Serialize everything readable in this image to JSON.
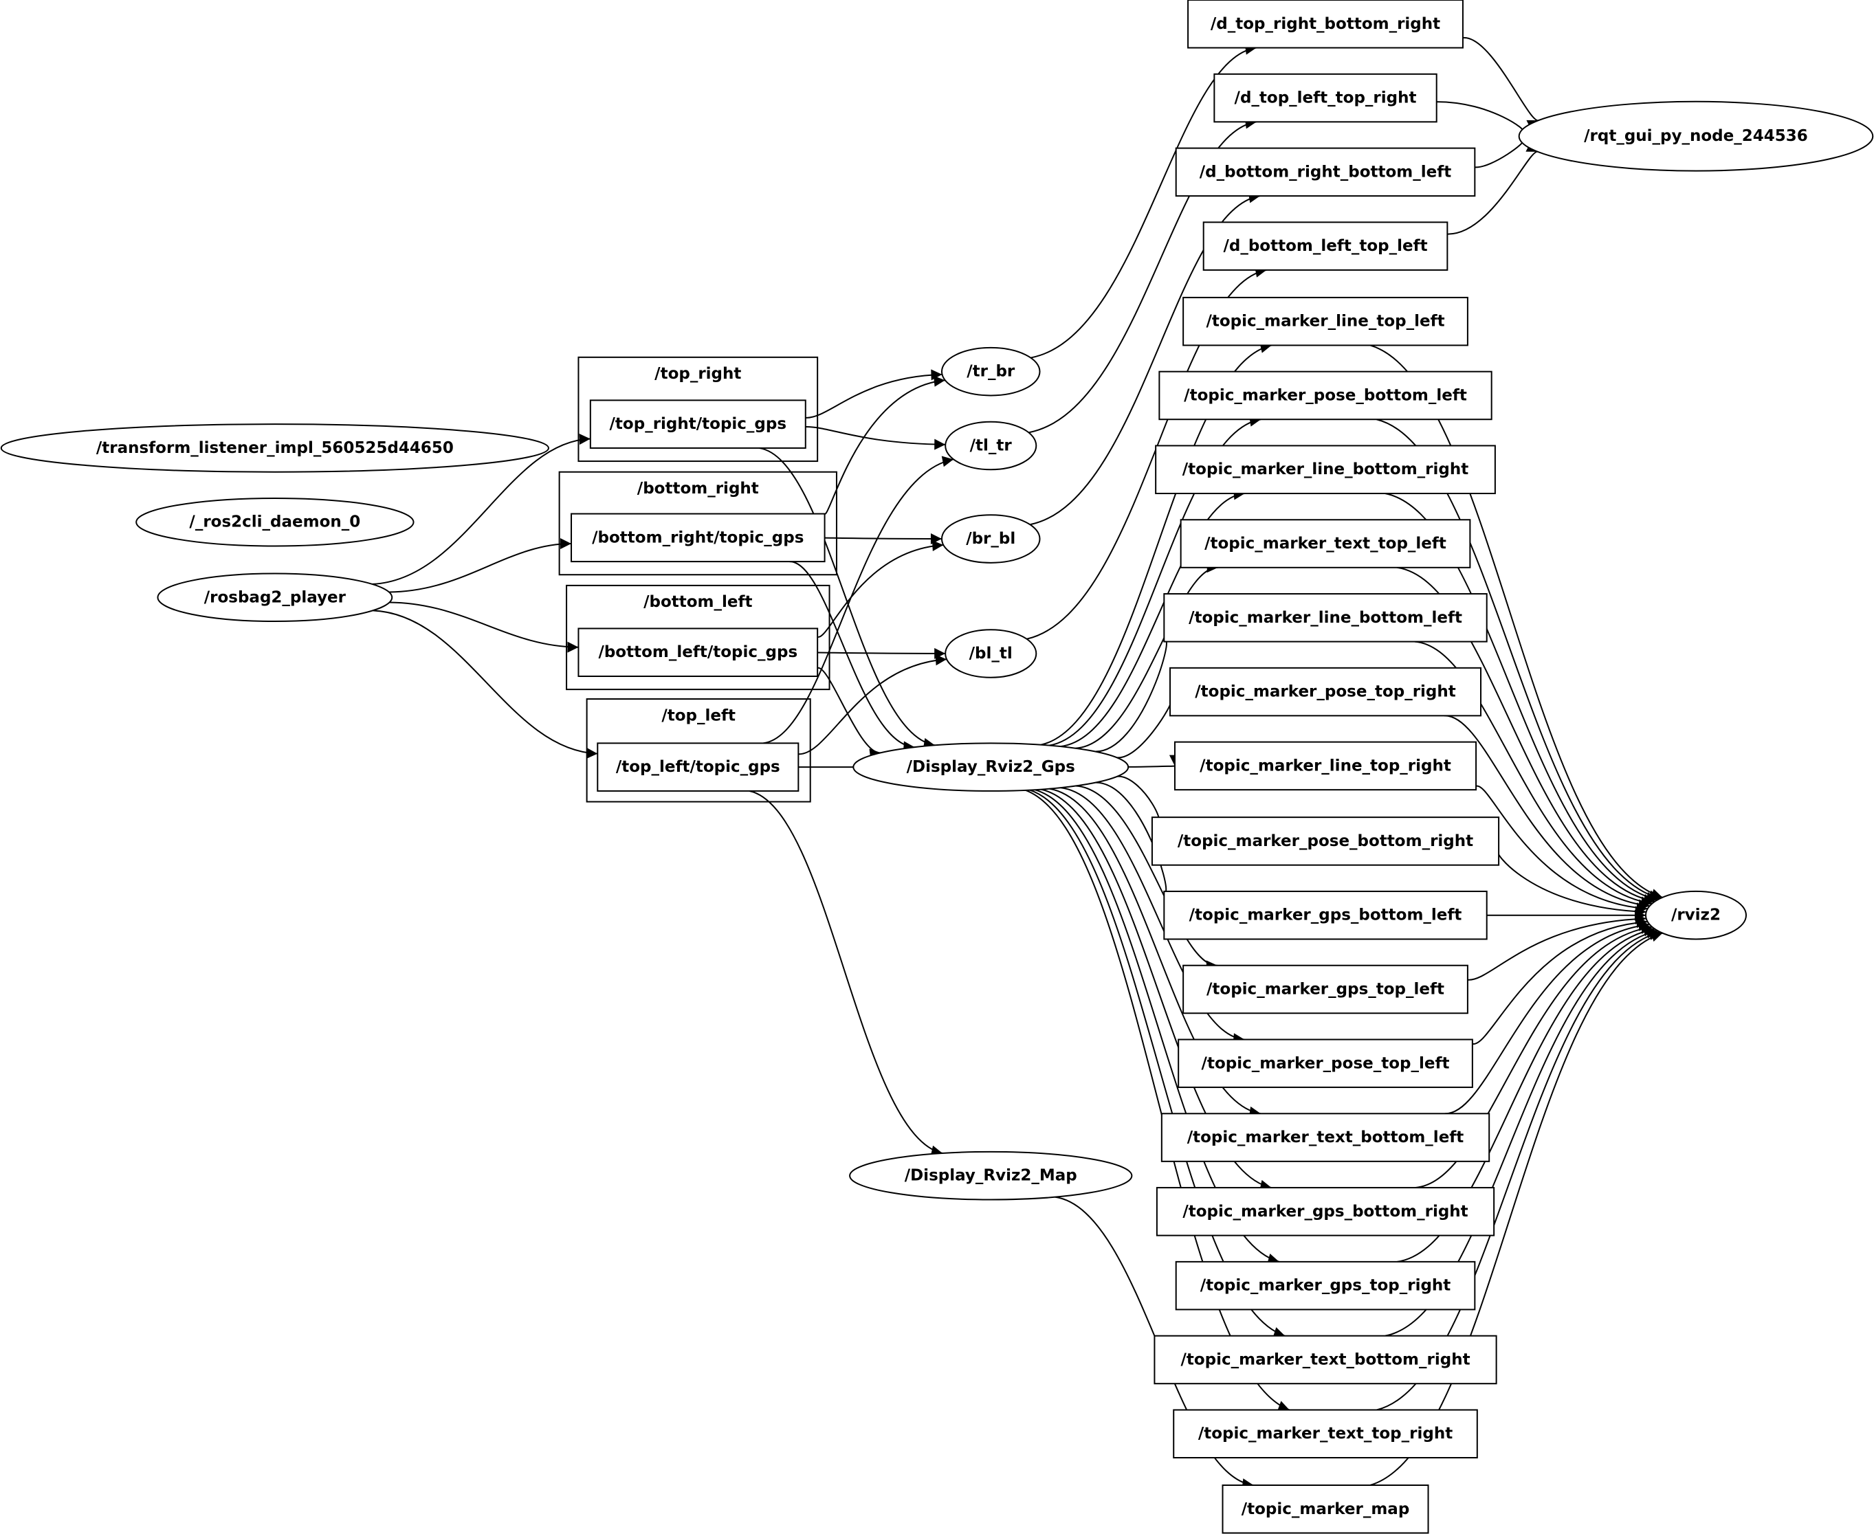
{
  "graph": {
    "nodes": [
      {
        "id": "rqt",
        "label": "/rqt_gui_py_node_244536",
        "shape": "ellipse"
      },
      {
        "id": "transform",
        "label": "/transform_listener_impl_560525d44650",
        "shape": "ellipse"
      },
      {
        "id": "daemon",
        "label": "/_ros2cli_daemon_0",
        "shape": "ellipse"
      },
      {
        "id": "rosbag",
        "label": "/rosbag2_player",
        "shape": "ellipse"
      },
      {
        "id": "tr_br",
        "label": "/tr_br",
        "shape": "ellipse"
      },
      {
        "id": "tl_tr",
        "label": "/tl_tr",
        "shape": "ellipse"
      },
      {
        "id": "br_bl",
        "label": "/br_bl",
        "shape": "ellipse"
      },
      {
        "id": "bl_tl",
        "label": "/bl_tl",
        "shape": "ellipse"
      },
      {
        "id": "gps",
        "label": "/Display_Rviz2_Gps",
        "shape": "ellipse"
      },
      {
        "id": "map",
        "label": "/Display_Rviz2_Map",
        "shape": "ellipse"
      },
      {
        "id": "rviz2",
        "label": "/rviz2",
        "shape": "ellipse"
      },
      {
        "id": "tr_topic",
        "label": "/top_right/topic_gps",
        "shape": "box"
      },
      {
        "id": "br_topic",
        "label": "/bottom_right/topic_gps",
        "shape": "box"
      },
      {
        "id": "bl_topic",
        "label": "/bottom_left/topic_gps",
        "shape": "box"
      },
      {
        "id": "tl_topic",
        "label": "/top_left/topic_gps",
        "shape": "box"
      },
      {
        "id": "d_trbr",
        "label": "/d_top_right_bottom_right",
        "shape": "box"
      },
      {
        "id": "d_tltr",
        "label": "/d_top_left_top_right",
        "shape": "box"
      },
      {
        "id": "d_brbl",
        "label": "/d_bottom_right_bottom_left",
        "shape": "box"
      },
      {
        "id": "d_bltl",
        "label": "/d_bottom_left_top_left",
        "shape": "box"
      },
      {
        "id": "m_line_tl",
        "label": "/topic_marker_line_top_left",
        "shape": "box"
      },
      {
        "id": "m_pose_bl",
        "label": "/topic_marker_pose_bottom_left",
        "shape": "box"
      },
      {
        "id": "m_line_br",
        "label": "/topic_marker_line_bottom_right",
        "shape": "box"
      },
      {
        "id": "m_text_tl",
        "label": "/topic_marker_text_top_left",
        "shape": "box"
      },
      {
        "id": "m_line_bl",
        "label": "/topic_marker_line_bottom_left",
        "shape": "box"
      },
      {
        "id": "m_pose_tr",
        "label": "/topic_marker_pose_top_right",
        "shape": "box"
      },
      {
        "id": "m_line_tr",
        "label": "/topic_marker_line_top_right",
        "shape": "box"
      },
      {
        "id": "m_pose_br",
        "label": "/topic_marker_pose_bottom_right",
        "shape": "box"
      },
      {
        "id": "m_gps_bl",
        "label": "/topic_marker_gps_bottom_left",
        "shape": "box"
      },
      {
        "id": "m_gps_tl",
        "label": "/topic_marker_gps_top_left",
        "shape": "box"
      },
      {
        "id": "m_pose_tl",
        "label": "/topic_marker_pose_top_left",
        "shape": "box"
      },
      {
        "id": "m_text_bl",
        "label": "/topic_marker_text_bottom_left",
        "shape": "box"
      },
      {
        "id": "m_gps_br",
        "label": "/topic_marker_gps_bottom_right",
        "shape": "box"
      },
      {
        "id": "m_gps_tr",
        "label": "/topic_marker_gps_top_right",
        "shape": "box"
      },
      {
        "id": "m_text_br",
        "label": "/topic_marker_text_bottom_right",
        "shape": "box"
      },
      {
        "id": "m_text_tr",
        "label": "/topic_marker_text_top_right",
        "shape": "box"
      },
      {
        "id": "m_map",
        "label": "/topic_marker_map",
        "shape": "box"
      }
    ],
    "clusters": [
      {
        "id": "c_tr",
        "label": "/top_right"
      },
      {
        "id": "c_br",
        "label": "/bottom_right"
      },
      {
        "id": "c_bl",
        "label": "/bottom_left"
      },
      {
        "id": "c_tl",
        "label": "/top_left"
      }
    ],
    "edges": [
      {
        "from": "rosbag",
        "to": "tr_topic"
      },
      {
        "from": "rosbag",
        "to": "br_topic"
      },
      {
        "from": "rosbag",
        "to": "bl_topic"
      },
      {
        "from": "rosbag",
        "to": "tl_topic"
      },
      {
        "from": "tr_topic",
        "to": "tr_br"
      },
      {
        "from": "tr_topic",
        "to": "tl_tr"
      },
      {
        "from": "tr_topic",
        "to": "gps"
      },
      {
        "from": "br_topic",
        "to": "tr_br"
      },
      {
        "from": "br_topic",
        "to": "br_bl"
      },
      {
        "from": "br_topic",
        "to": "gps"
      },
      {
        "from": "bl_topic",
        "to": "br_bl"
      },
      {
        "from": "bl_topic",
        "to": "bl_tl"
      },
      {
        "from": "bl_topic",
        "to": "gps"
      },
      {
        "from": "tl_topic",
        "to": "tl_tr"
      },
      {
        "from": "tl_topic",
        "to": "bl_tl"
      },
      {
        "from": "tl_topic",
        "to": "gps"
      },
      {
        "from": "tl_topic",
        "to": "map"
      },
      {
        "from": "tr_br",
        "to": "d_trbr"
      },
      {
        "from": "tl_tr",
        "to": "d_tltr"
      },
      {
        "from": "br_bl",
        "to": "d_brbl"
      },
      {
        "from": "bl_tl",
        "to": "d_bltl"
      },
      {
        "from": "d_trbr",
        "to": "rqt"
      },
      {
        "from": "d_tltr",
        "to": "rqt"
      },
      {
        "from": "d_brbl",
        "to": "rqt"
      },
      {
        "from": "d_bltl",
        "to": "rqt"
      },
      {
        "from": "gps",
        "to": "m_line_tl"
      },
      {
        "from": "gps",
        "to": "m_pose_bl"
      },
      {
        "from": "gps",
        "to": "m_line_br"
      },
      {
        "from": "gps",
        "to": "m_text_tl"
      },
      {
        "from": "gps",
        "to": "m_line_bl"
      },
      {
        "from": "gps",
        "to": "m_pose_tr"
      },
      {
        "from": "gps",
        "to": "m_line_tr"
      },
      {
        "from": "gps",
        "to": "m_pose_br"
      },
      {
        "from": "gps",
        "to": "m_gps_bl"
      },
      {
        "from": "gps",
        "to": "m_gps_tl"
      },
      {
        "from": "gps",
        "to": "m_pose_tl"
      },
      {
        "from": "gps",
        "to": "m_text_bl"
      },
      {
        "from": "gps",
        "to": "m_gps_br"
      },
      {
        "from": "gps",
        "to": "m_gps_tr"
      },
      {
        "from": "gps",
        "to": "m_text_br"
      },
      {
        "from": "gps",
        "to": "m_text_tr"
      },
      {
        "from": "map",
        "to": "m_map"
      },
      {
        "from": "m_line_tl",
        "to": "rviz2"
      },
      {
        "from": "m_pose_bl",
        "to": "rviz2"
      },
      {
        "from": "m_line_br",
        "to": "rviz2"
      },
      {
        "from": "m_text_tl",
        "to": "rviz2"
      },
      {
        "from": "m_line_bl",
        "to": "rviz2"
      },
      {
        "from": "m_pose_tr",
        "to": "rviz2"
      },
      {
        "from": "m_line_tr",
        "to": "rviz2"
      },
      {
        "from": "m_pose_br",
        "to": "rviz2"
      },
      {
        "from": "m_gps_bl",
        "to": "rviz2"
      },
      {
        "from": "m_gps_tl",
        "to": "rviz2"
      },
      {
        "from": "m_pose_tl",
        "to": "rviz2"
      },
      {
        "from": "m_text_bl",
        "to": "rviz2"
      },
      {
        "from": "m_gps_br",
        "to": "rviz2"
      },
      {
        "from": "m_gps_tr",
        "to": "rviz2"
      },
      {
        "from": "m_text_br",
        "to": "rviz2"
      },
      {
        "from": "m_text_tr",
        "to": "rviz2"
      },
      {
        "from": "m_map",
        "to": "rviz2"
      }
    ]
  }
}
